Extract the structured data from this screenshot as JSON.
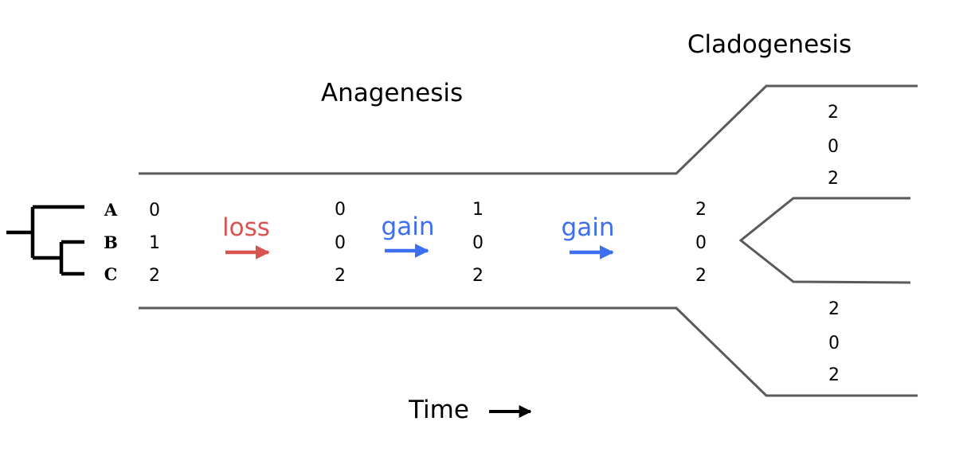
{
  "titles": {
    "cladogenesis": "Cladogenesis",
    "anagenesis": "Anagenesis",
    "time": "Time"
  },
  "taxa": [
    "A",
    "B",
    "C"
  ],
  "states": {
    "start": [
      "0",
      "1",
      "2"
    ],
    "after_loss": [
      "0",
      "0",
      "2"
    ],
    "after_gain1": [
      "1",
      "0",
      "2"
    ],
    "after_gain2": [
      "2",
      "0",
      "2"
    ],
    "upper_daughter": [
      "2",
      "0",
      "2"
    ],
    "lower_daughter": [
      "2",
      "0",
      "2"
    ]
  },
  "events": [
    {
      "label": "loss",
      "color": "#d9534f"
    },
    {
      "label": "gain",
      "color": "#3d6ff0"
    },
    {
      "label": "gain",
      "color": "#3d6ff0"
    }
  ],
  "colors": {
    "branch": "#5a5a5a",
    "tree": "#000000",
    "loss": "#d9534f",
    "gain": "#3d6ff0"
  }
}
